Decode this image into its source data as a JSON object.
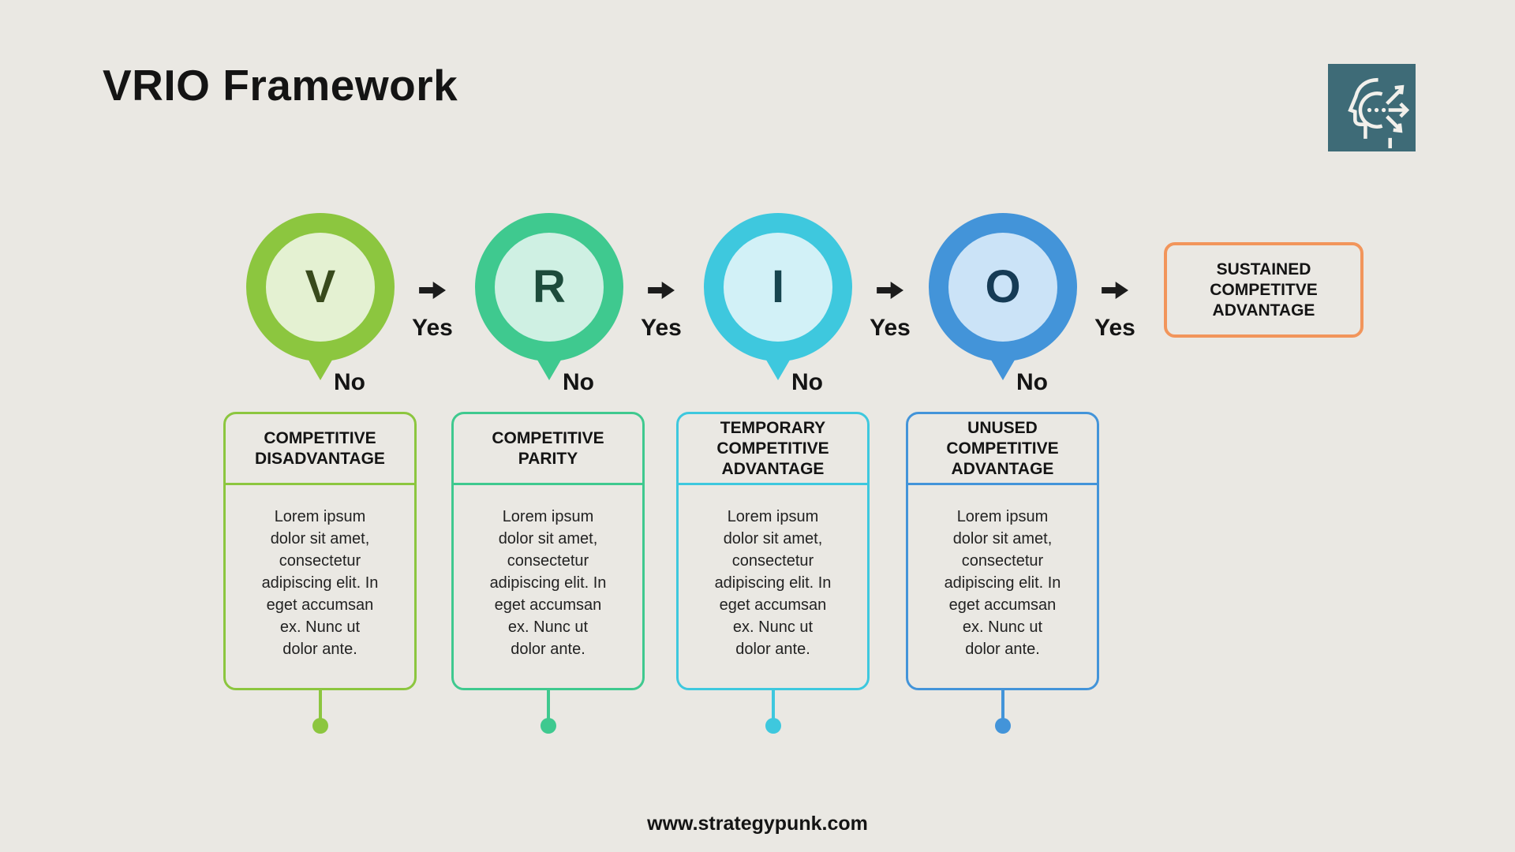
{
  "title": "VRIO Framework",
  "colors_css": "--bg:#EAE8E3;--ink:#141414;--arrow:#1C1C1C",
  "colors": {
    "background": "#EAE8E3",
    "text": "#141414",
    "arrow": "#1C1C1C",
    "step_green": "#8CC63F",
    "step_emerald": "#3FC98F",
    "step_cyan": "#3EC8DE",
    "step_blue": "#4394D9",
    "outcome_orange": "#F2955B",
    "logo_teal": "#3E6B77"
  },
  "logo": {
    "icon": "head-with-arrows-icon",
    "style_vars": "--logo-bg:#3E6B77"
  },
  "steps": [
    {
      "letter": "V",
      "yes_label": "Yes",
      "no_label": "No",
      "card_title": "COMPETITIVE DISADVANTAGE",
      "card_body": "Lorem ipsum dolor sit amet, consectetur adipiscing elit. In eget accumsan ex. Nunc ut dolor ante.",
      "style_vars": "--ring:#8CC63F;--fill:#E4F1D2;--letter:#384A1C"
    },
    {
      "letter": "R",
      "yes_label": "Yes",
      "no_label": "No",
      "card_title": "COMPETITIVE PARITY",
      "card_body": "Lorem ipsum dolor sit amet, consectetur adipiscing elit. In eget accumsan ex. Nunc ut dolor ante.",
      "style_vars": "--ring:#3FC98F;--fill:#CFF0E3;--letter:#1D4B3B"
    },
    {
      "letter": "I",
      "yes_label": "Yes",
      "no_label": "No",
      "card_title": "TEMPORARY COMPETITIVE ADVANTAGE",
      "card_body": "Lorem ipsum dolor sit amet, consectetur adipiscing elit. In eget accumsan ex. Nunc ut dolor ante.",
      "style_vars": "--ring:#3EC8DE;--fill:#D2F1F7;--letter:#17454F"
    },
    {
      "letter": "O",
      "yes_label": "Yes",
      "no_label": "No",
      "card_title": "UNUSED COMPETITIVE ADVANTAGE",
      "card_body": "Lorem ipsum dolor sit amet, consectetur adipiscing elit. In eget accumsan ex. Nunc ut dolor ante.",
      "style_vars": "--ring:#4394D9;--fill:#CBE3F7;--letter:#163B55"
    }
  ],
  "outcome": {
    "label": "SUSTAINED COMPETITVE ADVANTAGE",
    "style_vars": "--ring:#F2955B"
  },
  "footer": {
    "url": "www.strategypunk.com"
  }
}
